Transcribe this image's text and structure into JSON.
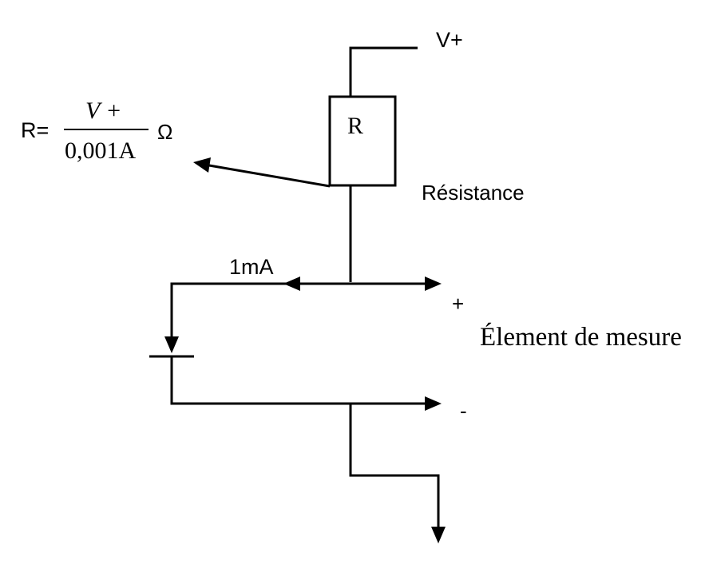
{
  "labels": {
    "v_plus": "V+",
    "resistor": "R",
    "resistance": "Résistance",
    "current": "1mA",
    "plus": "+",
    "minus": "-",
    "element": "Élement de mesure"
  },
  "formula": {
    "lhs": "R=",
    "numerator": "V +",
    "denominator": "0,001A",
    "unit": "Ω"
  }
}
